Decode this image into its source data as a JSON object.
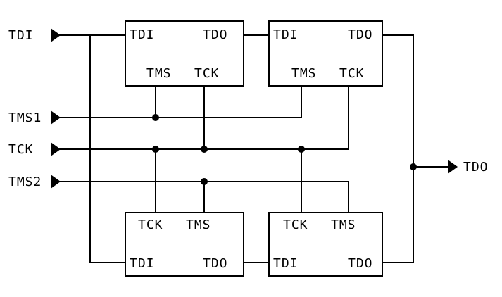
{
  "inputs": {
    "tdi": "TDI",
    "tms1": "TMS1",
    "tck": "TCK",
    "tms2": "TMS2"
  },
  "output": {
    "tdo": "TDO"
  },
  "chips": [
    {
      "tdi": "TDI",
      "tdo": "TDO",
      "tms": "TMS",
      "tck": "TCK"
    },
    {
      "tdi": "TDI",
      "tdo": "TDO",
      "tms": "TMS",
      "tck": "TCK"
    },
    {
      "tdi": "TDI",
      "tdo": "TDO",
      "tms": "TMS",
      "tck": "TCK"
    },
    {
      "tdi": "TDI",
      "tdo": "TDO",
      "tms": "TMS",
      "tck": "TCK"
    }
  ],
  "colors": {
    "ink": "#000000",
    "background": "#ffffff"
  }
}
